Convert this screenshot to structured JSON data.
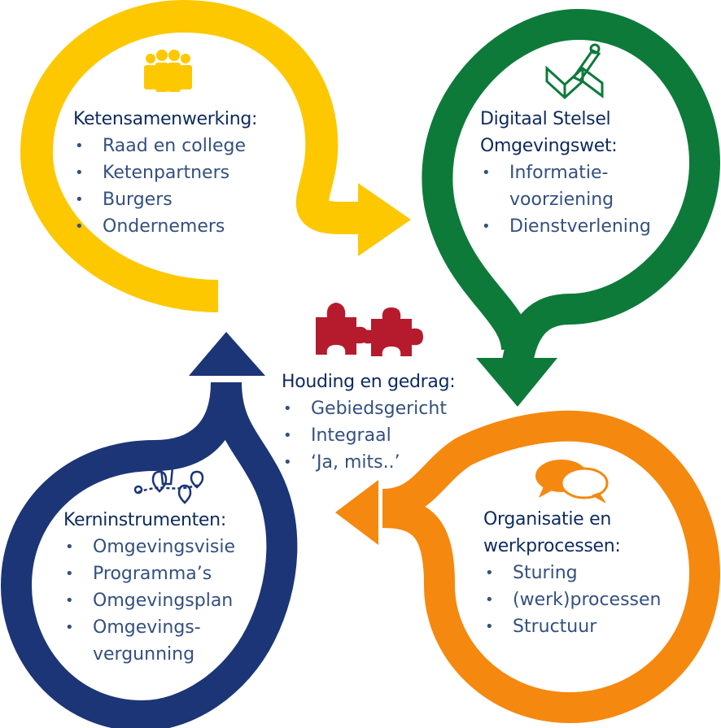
{
  "colors": {
    "yellow": "#fdc800",
    "green": "#0d7a3a",
    "orange": "#f5880e",
    "navy": "#1b3577",
    "puzzle": "#b51b2c",
    "text_dark": "#0d2b5e",
    "text_list": "#33507f"
  },
  "icons": {
    "top_left": "group-of-people-icon",
    "top_right": "map-with-pen-icon",
    "center": "puzzle-pieces-icon",
    "bottom_right": "speech-bubbles-icon",
    "bottom_left": "route-map-pins-icon"
  },
  "ketensamenwerking": {
    "title": "Ketensamenwerking:",
    "items": [
      "Raad en college",
      "Ketenpartners",
      "Burgers",
      "Ondernemers"
    ]
  },
  "digitaal_stelsel": {
    "title_line1": "Digitaal Stelsel",
    "title_line2": "Omgevingswet:",
    "item1_line1": "Informatie-",
    "item1_line2": "voorziening",
    "item2": "Dienstverlening"
  },
  "houding": {
    "title": "Houding en gedrag:",
    "items": [
      "Gebiedsgericht",
      "Integraal",
      "‘Ja, mits..’"
    ]
  },
  "organisatie": {
    "title_line1": "Organisatie en",
    "title_line2": "werkprocessen:",
    "items": [
      "Sturing",
      "(werk)processen",
      "Structuur"
    ]
  },
  "kerninstrumenten": {
    "title": "Kerninstrumenten:",
    "items": [
      "Omgevingsvisie",
      "Programma’s",
      "Omgevingsplan"
    ],
    "item4_line1": "Omgevings-",
    "item4_line2": "vergunning"
  }
}
